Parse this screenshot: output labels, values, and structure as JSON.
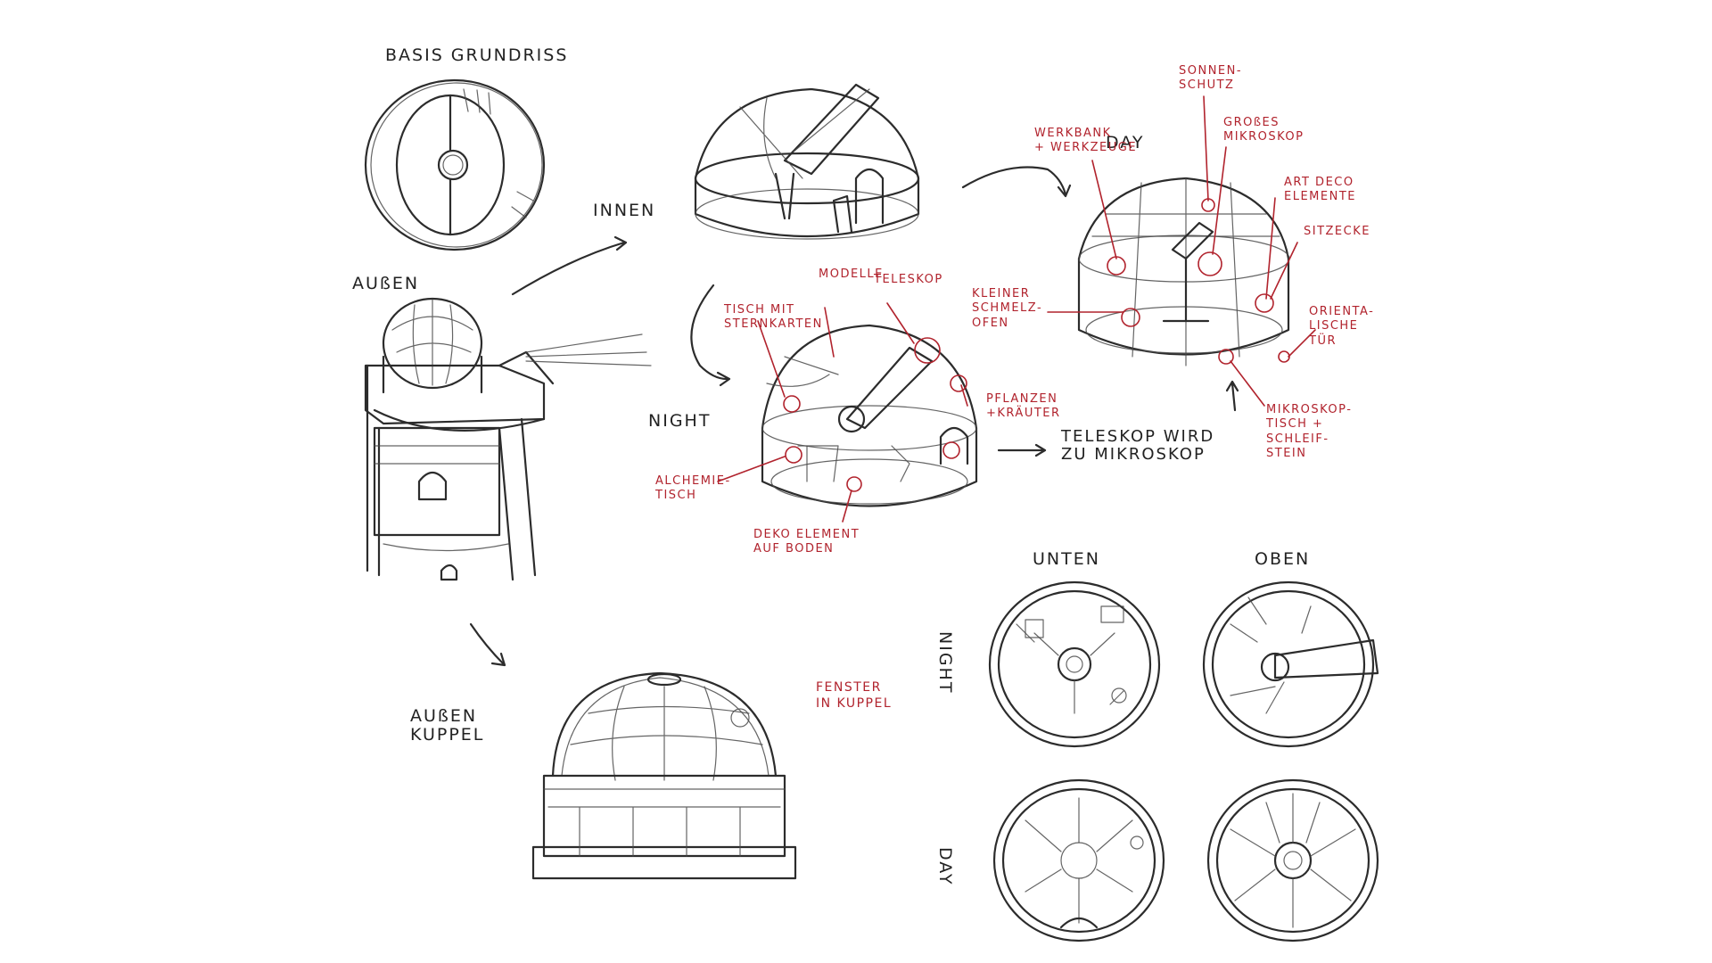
{
  "labels": {
    "basis_grundriss": "BASIS GRUNDRISS",
    "innen": "INNEN",
    "aussen": "AUßEN",
    "aussen_kuppel": "AUßEN\nKUPPEL",
    "night": "NIGHT",
    "day": "DAY",
    "unten": "UNTEN",
    "oben": "OBEN",
    "night_vertical": "NIGHT",
    "day_vertical": "DAY",
    "teleskop_wird": "TELESKOP WIRD\nZU MIKROSKOP"
  },
  "annotations": {
    "tisch_sternkarten": "TISCH MIT\nSTERNKARTEN",
    "modelle": "MODELLE",
    "teleskop": "TELESKOP",
    "pflanzen": "PFLANZEN\n+KRÄUTER",
    "alchemie": "ALCHEMIE-\nTISCH",
    "deko": "DEKO ELEMENT\nAUF BODEN",
    "fenster": "FENSTER\nIN KUPPEL",
    "werkbank": "WERKBANK\n+ WERKZEUGE",
    "sonnenschutz": "SONNEN-\nSCHUTZ",
    "grosses_mikroskop": "GROßES\nMIKROSKOP",
    "art_deco": "ART DECO\nELEMENTE",
    "sitzecke": "SITZECKE",
    "kleiner_ofen": "KLEINER\nSCHMELZ-\nOFEN",
    "orientalische_tuer": "ORIENTA-\nLISCHE\nTÜR",
    "mikroskoptisch": "MIKROSKOP-\nTISCH +\nSCHLEIF-\nSTEIN"
  },
  "colors": {
    "ink": "#2c2c2c",
    "annotation_red": "#b1232d",
    "paper": "#ffffff"
  }
}
